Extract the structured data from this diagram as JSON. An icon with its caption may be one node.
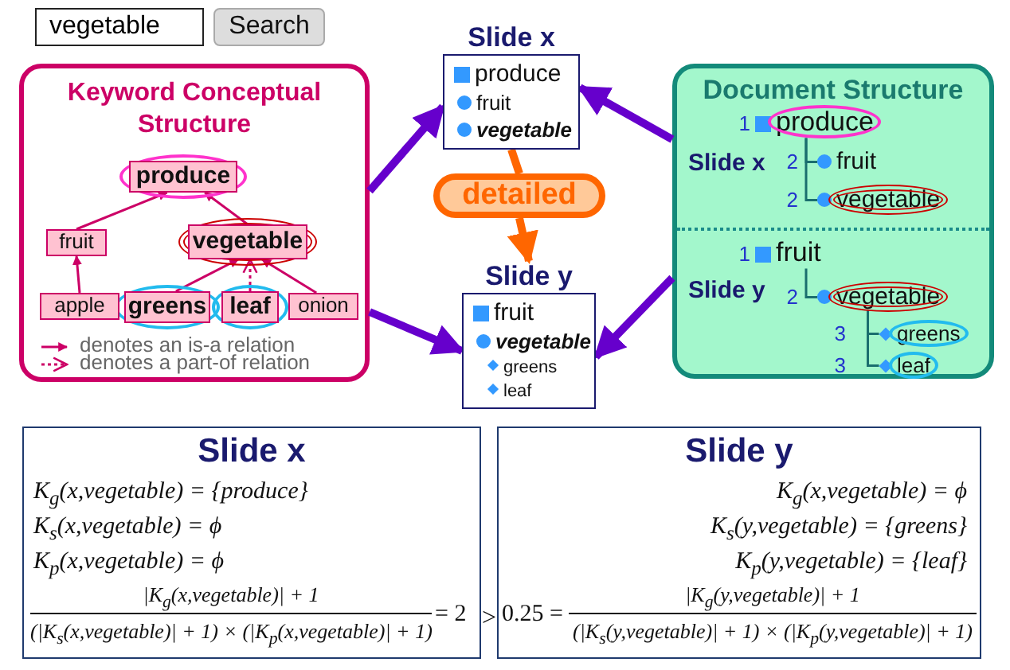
{
  "diagram": {
    "nodes": [
      {
        "text": [
          "vegetable"
        ]
      },
      {
        "text": [
          "Search"
        ]
      },
      {
        "text": [
          "Keyword Conceptual Structure"
        ]
      },
      {
        "text": [
          "produce"
        ],
        "in": 2
      },
      {
        "text": [
          "fruit"
        ],
        "in": 2
      },
      {
        "text": [
          "vegetable"
        ],
        "in": 2
      },
      {
        "text": [
          "apple"
        ],
        "in": 2
      },
      {
        "text": [
          "greens"
        ],
        "in": 2
      },
      {
        "text": [
          "leaf"
        ],
        "in": 2
      },
      {
        "text": [
          "onion"
        ],
        "in": 2
      },
      {
        "text": [
          "Slide x",
          "produce",
          "fruit",
          "vegetable"
        ]
      },
      {
        "text": [
          "detailed"
        ]
      },
      {
        "text": [
          "Slide y",
          "fruit",
          "vegetable",
          "greens",
          "leaf"
        ]
      },
      {
        "text": [
          "Document Structure"
        ]
      },
      {
        "text": [
          "produce"
        ],
        "in": 13,
        "beside": [
          "1"
        ]
      },
      {
        "text": [
          "fruit"
        ],
        "in": 13,
        "beside": [
          "2"
        ]
      },
      {
        "text": [
          "vegetable"
        ],
        "in": 13,
        "beside": [
          "2"
        ]
      },
      {
        "text": [
          "fruit"
        ],
        "in": 13,
        "beside": [
          "1"
        ]
      },
      {
        "text": [
          "vegetable"
        ],
        "in": 13,
        "beside": [
          "2"
        ]
      },
      {
        "text": [
          "greens"
        ],
        "in": 13,
        "beside": [
          "3"
        ]
      },
      {
        "text": [
          "leaf"
        ],
        "in": 13,
        "beside": [
          "3"
        ]
      },
      {
        "text": [
          "Slide x",
          "K$_{g}$(x,vegetable) = {produce}",
          "K$_{s}$(x,vegetable) = ϕ",
          "K$_{p}$(x,vegetable) = ϕ",
          "|K$_{g}$(x,vegetable)| + 1",
          "= 2",
          "(|K$_{s}$(x,vegetable)| + 1) × (|K$_{p}$(x,vegetable)| + 1)"
        ]
      },
      {
        "text": [
          "Slide y",
          "K$_{g}$(x,vegetable) = ϕ",
          "K$_{s}$(y,vegetable) = {greens}",
          "K$_{p}$(y,vegetable) = {leaf}",
          "|K$_{g}$(y,vegetable)| + 1",
          "0.25 =",
          "(|K$_{s}$(y,vegetable)| + 1) × (|K$_{p}$(y,vegetable)| + 1)"
        ]
      }
    ],
    "edges": [
      {
        "from": 4,
        "to": 3,
        "arrow": "to"
      },
      {
        "from": 5,
        "to": 3,
        "arrow": "to"
      },
      {
        "from": 6,
        "to": 4,
        "arrow": "to"
      },
      {
        "from": 7,
        "to": 5,
        "arrow": "to"
      },
      {
        "from": 8,
        "to": 5,
        "arrow": "to",
        "style": "dashed"
      },
      {
        "from": 9,
        "to": 5,
        "arrow": "to"
      },
      {
        "from": 2,
        "to": 10,
        "arrow": "to",
        "style": "thick",
        "color": "#6600cc"
      },
      {
        "from": 2,
        "to": 12,
        "arrow": "to",
        "style": "thick",
        "color": "#6600cc"
      },
      {
        "from": 13,
        "to": 10,
        "arrow": "to",
        "style": "thick",
        "color": "#6600cc"
      },
      {
        "from": 13,
        "to": 12,
        "arrow": "to",
        "style": "thick",
        "color": "#6600cc"
      },
      {
        "from": 10,
        "to": 11,
        "arrow": "none",
        "style": "thick",
        "color": "#ff6600"
      },
      {
        "from": 11,
        "to": 12,
        "arrow": "to",
        "style": "thick",
        "color": "#ff6600"
      },
      {
        "from": 14,
        "to": 15,
        "arrow": "none",
        "color": "#1a6e6e"
      },
      {
        "from": 14,
        "to": 16,
        "arrow": "none",
        "color": "#1a6e6e"
      },
      {
        "from": 17,
        "to": 18,
        "arrow": "none",
        "color": "#1a6e6e"
      },
      {
        "from": 18,
        "to": 19,
        "arrow": "none",
        "color": "#1a6e6e"
      },
      {
        "from": 18,
        "to": 20,
        "arrow": "none",
        "color": "#1a6e6e"
      }
    ],
    "labels": [
      "Slide x",
      "Slide y",
      ">"
    ],
    "legend": [
      {
        "text": "denotes an is-a relation"
      },
      {
        "text": "denotes a part-of relation"
      }
    ]
  }
}
